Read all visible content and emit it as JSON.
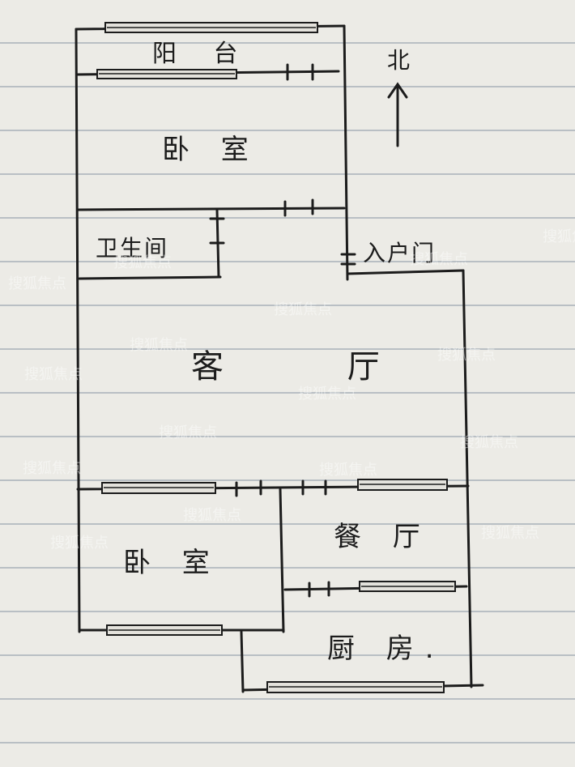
{
  "compass": {
    "label": "北"
  },
  "rooms": {
    "balcony": "阳 台",
    "bedroom_north": "卧 室",
    "bathroom": "卫生间",
    "entrance": "入户门",
    "living_room": "客  厅",
    "bedroom_south": "卧 室",
    "dining_room": "餐 厅",
    "kitchen": "厨 房."
  },
  "watermark": {
    "text": "搜狐焦点"
  },
  "colors": {
    "ink": "#1c1c1c",
    "paper": "#ecebe6",
    "rule": "#b9bfc4"
  }
}
